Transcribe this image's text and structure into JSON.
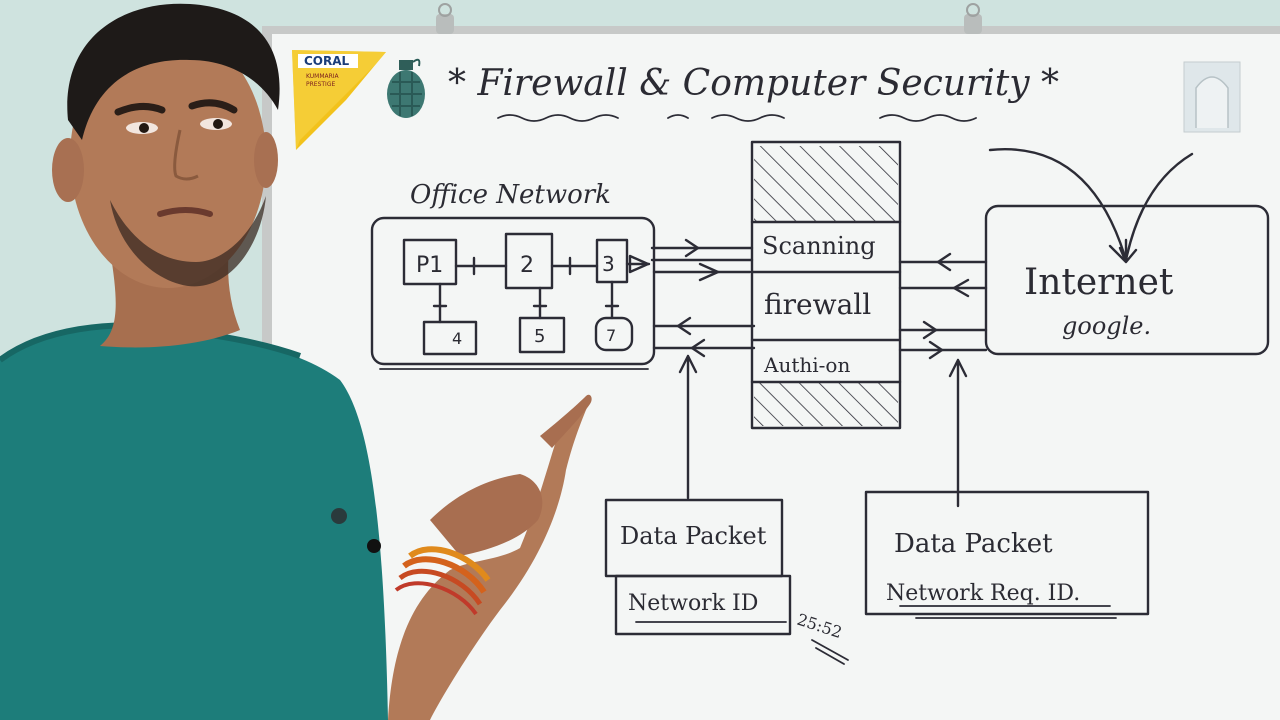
{
  "board": {
    "title": "* Firewall & Computer Security *",
    "office_network_label": "Office Network",
    "nodes": [
      "P1",
      "2",
      "3",
      "4",
      "5",
      "7"
    ],
    "firewall_stack": {
      "top_label": "Scanning",
      "middle_label": "firewall",
      "bottom_label": "Authi-on"
    },
    "internet_box": {
      "line1": "Internet",
      "line2": "google."
    },
    "packet_left": {
      "line1": "Data Packet",
      "line2": "Network ID"
    },
    "packet_left_annotation": "25:52",
    "packet_right": {
      "line1": "Data Packet",
      "line2": "Network Req. ID."
    }
  },
  "logo": {
    "brand": "CORAL",
    "small_text_1": "KUMMARIA",
    "small_text_2": "PRESTIGE",
    "accent": "#f2c21b"
  },
  "colors": {
    "wall": "#cfe3df",
    "board": "#f4f6f5",
    "frame": "#c7c9c8",
    "shirt": "#1d7d7a",
    "skin": "#b27a58",
    "ink": "#2c2c36"
  }
}
